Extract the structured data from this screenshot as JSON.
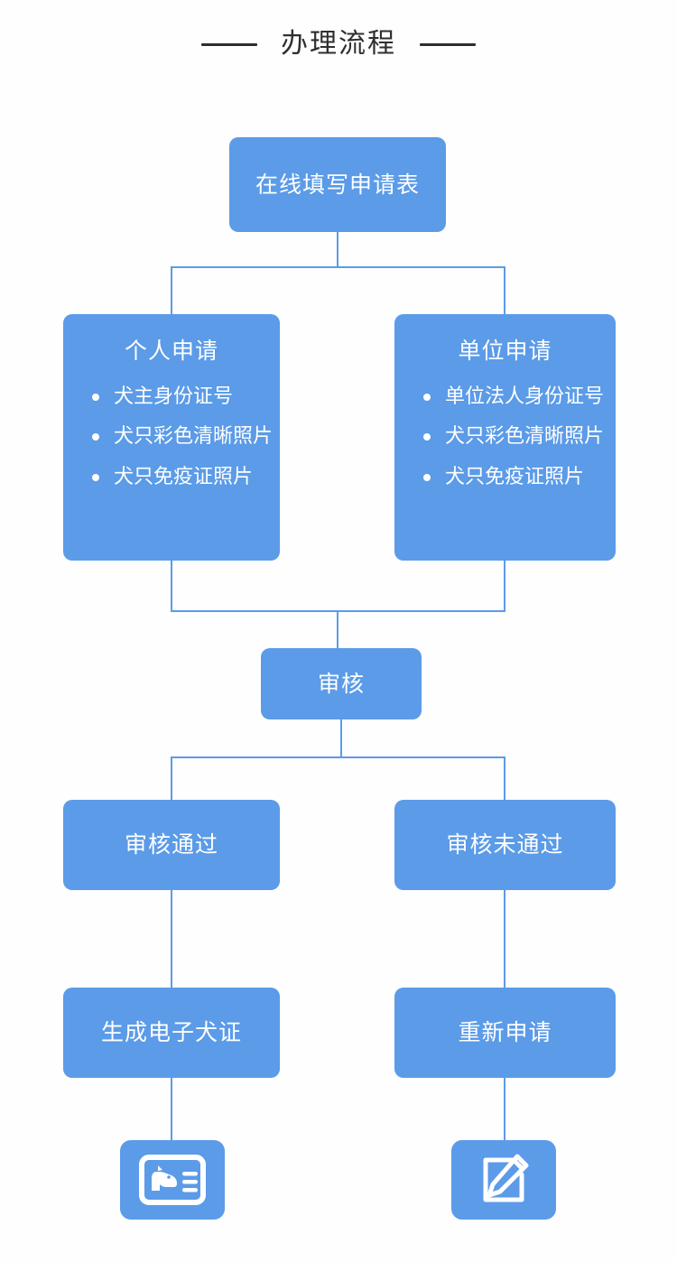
{
  "header": {
    "title": "办理流程",
    "rule_left": "rule",
    "rule_right": "rule"
  },
  "colors": {
    "node_fill": "#5b9be8",
    "connector": "#5b9be8",
    "node_text": "#ffffff",
    "title_text": "#2f2f2f",
    "background": "#ffffff"
  },
  "flow": {
    "start": {
      "label": "在线填写申请表"
    },
    "branches": [
      {
        "heading": "个人申请",
        "items": [
          "犬主身份证号",
          "犬只彩色清晰照片",
          "犬只免疫证照片"
        ]
      },
      {
        "heading": "单位申请",
        "items": [
          "单位法人身份证号",
          "犬只彩色清晰照片",
          "犬只免疫证照片"
        ]
      }
    ],
    "review": {
      "label": "审核"
    },
    "outcomes": [
      {
        "label": "审核通过"
      },
      {
        "label": "审核未通过"
      }
    ],
    "results": [
      {
        "label": "生成电子犬证"
      },
      {
        "label": "重新申请"
      }
    ],
    "icons": [
      {
        "name": "dog-id-card-icon"
      },
      {
        "name": "edit-pencil-icon"
      }
    ]
  }
}
